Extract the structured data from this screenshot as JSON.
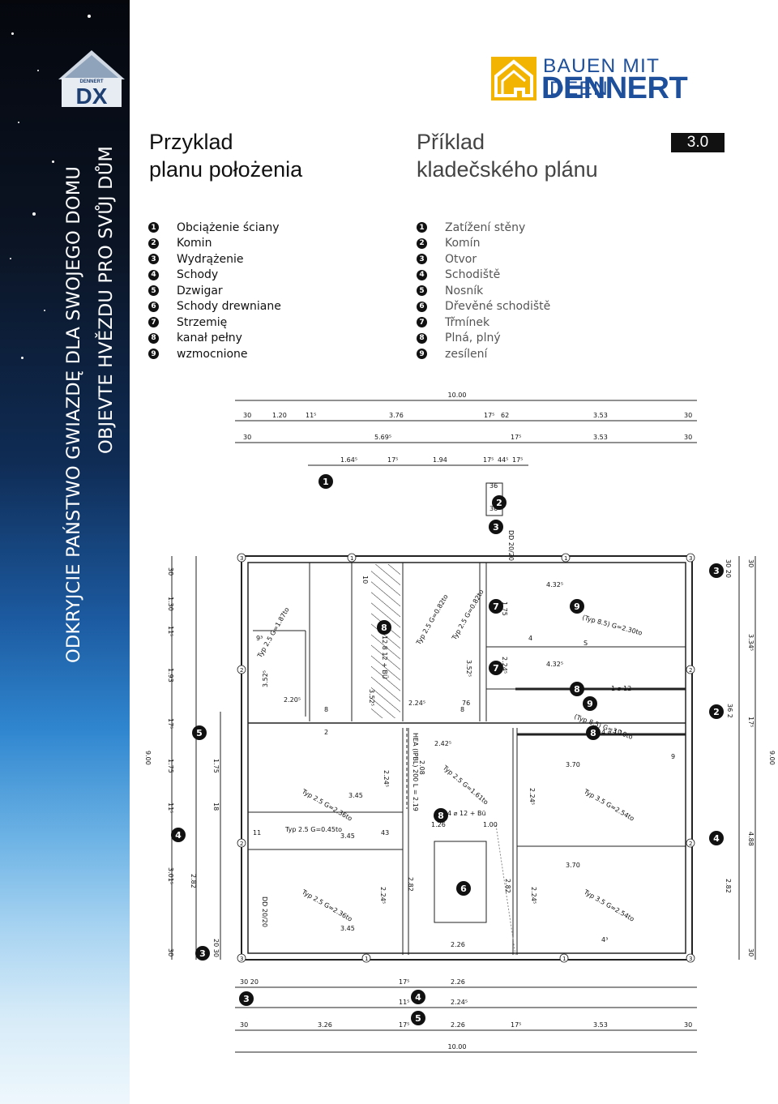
{
  "sidebar": {
    "logo_text": "DENNERT DX",
    "vertical_line1": "ODKRYJCIE PAŃSTWO GWIAZDĘ DLA SWOJEGO DOMU",
    "vertical_line2": "OBJEVTE HVĚZDU PRO SVŮJ DŮM"
  },
  "brand": {
    "tagline": "BAUEN MIT IDEEN",
    "name": "DENNERT",
    "color": "#1e4f9a",
    "mark_color": "#f2b400"
  },
  "page_number": "3.0",
  "title_pl": [
    "Przyklad",
    "planu położenia"
  ],
  "title_cz": [
    "Příklad",
    "kladečského plánu"
  ],
  "legend_pl": [
    {
      "n": "1",
      "text": "Obciążenie ściany"
    },
    {
      "n": "2",
      "text": "Komin"
    },
    {
      "n": "3",
      "text": "Wydrążenie"
    },
    {
      "n": "4",
      "text": "Schody"
    },
    {
      "n": "5",
      "text": "Dzwigar"
    },
    {
      "n": "6",
      "text": "Schody drewniane"
    },
    {
      "n": "7",
      "text": "Strzemię"
    },
    {
      "n": "8",
      "text": "kanał pełny"
    },
    {
      "n": "9",
      "text": "wzmocnione"
    }
  ],
  "legend_cz": [
    {
      "n": "1",
      "text": "Zatížení stěny"
    },
    {
      "n": "2",
      "text": "Komín"
    },
    {
      "n": "3",
      "text": "Otvor"
    },
    {
      "n": "4",
      "text": "Schodiště"
    },
    {
      "n": "5",
      "text": "Nosník"
    },
    {
      "n": "6",
      "text": "Dřevěné schodiště"
    },
    {
      "n": "7",
      "text": "Třmínek"
    },
    {
      "n": "8",
      "text": "Plná, plný"
    },
    {
      "n": "9",
      "text": "zesílení"
    }
  ],
  "plan": {
    "top_total": "10.00",
    "top_row1": [
      "30",
      "1.20",
      "11⁵",
      "3.76",
      "17⁵",
      "62",
      "3.53",
      "30"
    ],
    "top_row2": [
      "30",
      "5.69⁵",
      "17⁵",
      "3.53",
      "30"
    ],
    "top_row3": [
      "1.64⁵",
      "17⁵",
      "1.94",
      "17⁵",
      "44⁵",
      "17⁵"
    ],
    "chimney_dims": [
      "36",
      "36",
      "DD 20/20"
    ],
    "left_dims": [
      "30",
      "1.30",
      "11⁵",
      "1.93",
      "17⁵",
      "1.75",
      "11⁵",
      "3.01⁵",
      "30"
    ],
    "left_inner_dims": [
      "1.75",
      "18",
      "2.82",
      "20 30"
    ],
    "left_total": "9.00",
    "right_total": "9.00",
    "right_dims": [
      "30 20",
      "30",
      "3.34⁵",
      "17⁵",
      "4.88",
      "2.82",
      "30"
    ],
    "right_chimney": "36 2",
    "bottom_row1": [
      "30 20",
      "17⁵",
      "2.26"
    ],
    "bottom_row2": [
      "11⁵",
      "2.24⁵"
    ],
    "bottom_row3": [
      "30",
      "3.26",
      "17⁵",
      "2.26",
      "17⁵",
      "3.53",
      "30"
    ],
    "bottom_total": "10.00",
    "rooms": {
      "tl_width": "2.20⁵",
      "tl_height": "3.52⁵",
      "tl_label": "Typ 2.5 G=1.87to",
      "tl_dim": "9³",
      "c1_height": "3.52⁵",
      "c2_label": "Typ 2.5 G=0.82to",
      "c2_label2": "Typ 2.5 G=0.82to",
      "c2_width": "2.24⁵",
      "c2_height": "3.52⁵",
      "c2_dim": "76",
      "hatch_text": "12 8 12 + BÜ",
      "tr_dim1": "4.32⁵",
      "tr_label1": "(Typ 8.5) G=2.30to",
      "tr_dim2": "4.32⁵",
      "tr_h1": "1.75",
      "tr_h2": "2.24⁵",
      "tr_label2": "(Typ 8.5) G=3.10to",
      "rebar1": "1 ⌀ 12",
      "rebar2": "4 ⌀ 10",
      "ml_label": "Typ 2.5 G=2.36to",
      "ml_w": "3.45",
      "ml_h": "2.24⁵",
      "lintel_label": "Typ 2.5 G=0.45to",
      "lintel_w": "3.45",
      "lintel_h": "43",
      "beam": "HEA (IPBL) 200 L = 2.19",
      "mc_w": "2.42⁵",
      "mc_h": "2.08",
      "mc_label": "Typ 2.5 G=1.61to",
      "mc_rebar": "4 ⌀ 12 + Bü",
      "mc_dim1": "1.26",
      "mc_dim2": "1.00",
      "mr_w": "3.70",
      "mr_h": "2.24⁵",
      "mr_label": "Typ 3.5 G=2.54to",
      "bl_label": "Typ 2.5 G=2.36to",
      "bl_w": "3.45",
      "bl_h": "2.24⁵",
      "bl_dd": "DD 20/20",
      "bc_h": "2.82",
      "bc_w": "2.26",
      "br_w": "3.70",
      "br_h": "2.24⁵",
      "br_label": "Typ 3.5 G=2.54to",
      "br_h2": "2.82",
      "wall_8": "8",
      "wall_2": "2",
      "wall_4": "4",
      "wall_s": "S",
      "wall_9": "9",
      "wall_11": "11",
      "wall_10": "10",
      "wall_43": "4³",
      "small_1": "1",
      "small_2": "2",
      "small_3": "3"
    }
  },
  "markers": {
    "m1": "1",
    "m2": "2",
    "m3": "3",
    "m4": "4",
    "m5": "5",
    "m6": "6",
    "m7": "7",
    "m8": "8",
    "m9": "9"
  }
}
